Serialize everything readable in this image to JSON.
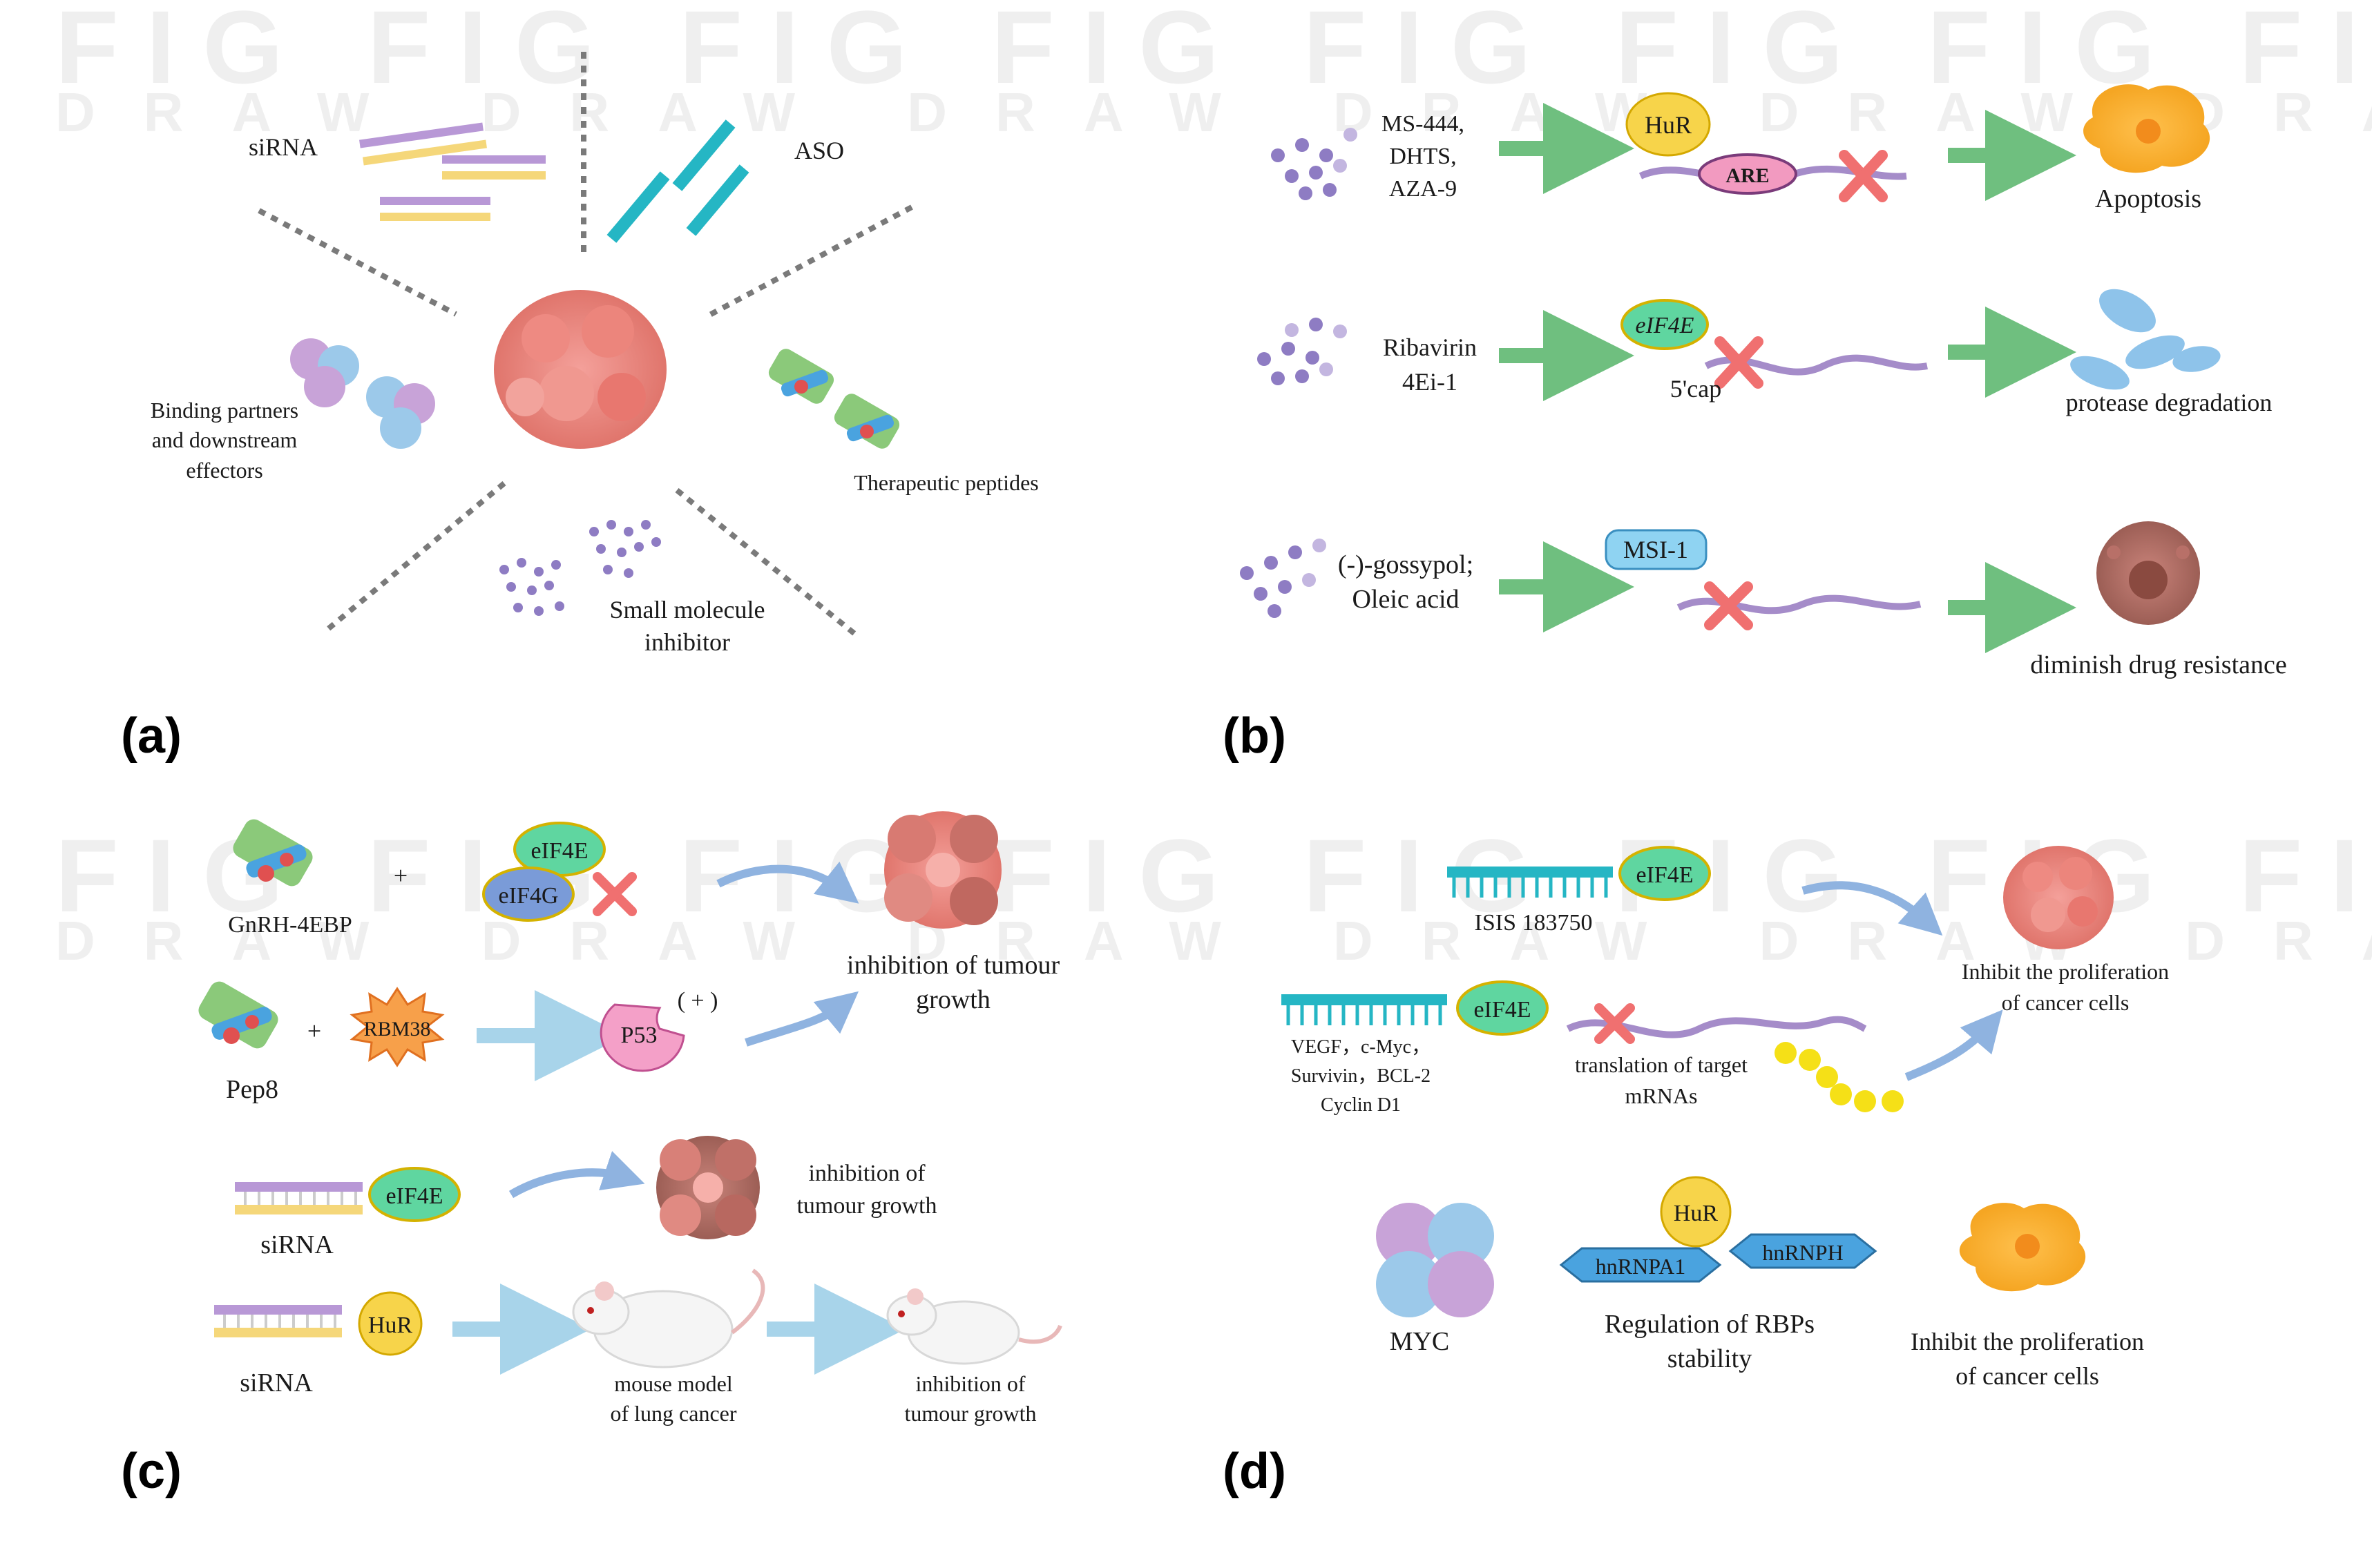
{
  "watermark": {
    "line1": "FIG FIG FIG FIG FIG FIG FIG FIG FIG FIG",
    "line2": "DRAW DRAW DRAW DRAW DRAW DRAW DRAW DRAW DRAW"
  },
  "panels": {
    "a": {
      "letter": "(a)",
      "sirna": "siRNA",
      "aso": "ASO",
      "binding": [
        "Binding partners",
        "and downstream",
        "effectors"
      ],
      "peptides": "Therapeutic  peptides",
      "small_molecule": [
        "Small molecule",
        "inhibitor"
      ]
    },
    "b": {
      "letter": "(b)",
      "row1": {
        "drugs": [
          "MS-444,",
          "DHTS,",
          "AZA-9"
        ],
        "target": "HuR",
        "element": "ARE",
        "outcome": "Apoptosis"
      },
      "row2": {
        "drugs": [
          "Ribavirin",
          "4Ei-1"
        ],
        "target": "eIF4E",
        "element": "5'cap",
        "outcome": "protease degradation"
      },
      "row3": {
        "drugs": [
          "(-)-gossypol;",
          "Oleic acid"
        ],
        "target": "MSI-1",
        "outcome": "diminish drug resistance"
      }
    },
    "c": {
      "letter": "(c)",
      "gnrh": "GnRH-4EBP",
      "plus1": "+",
      "eif4e": "eIF4E",
      "eif4g": "eIF4G",
      "outcome1": [
        "inhibition of tumour",
        "growth"
      ],
      "pep8": "Pep8",
      "plus2": "+",
      "rbm38": "RBM38",
      "p53": "P53",
      "p53_sign": "( + )",
      "sirna1": "siRNA",
      "sirna1_target": "eIF4E",
      "outcome2": [
        "inhibition of",
        "tumour growth"
      ],
      "sirna2": "siRNA",
      "sirna2_target": "HuR",
      "mouse": [
        "mouse model",
        "of lung cancer"
      ],
      "outcome3": [
        "inhibition of",
        "tumour growth"
      ]
    },
    "d": {
      "letter": "(d)",
      "isis": "ISIS 183750",
      "isis_target": "eIF4E",
      "outcome1": [
        "Inhibit the proliferation",
        "of cancer cells"
      ],
      "targets": [
        "VEGF，c-Myc，",
        "Survivin，BCL-2",
        "Cyclin D1"
      ],
      "targets_eif4e": "eIF4E",
      "translation": [
        "translation of target",
        "mRNAs"
      ],
      "myc": "MYC",
      "hur": "HuR",
      "hnrnpa1": "hnRNPA1",
      "hnrnph": "hnRNPH",
      "rbps": [
        "Regulation of RBPs",
        "stability"
      ],
      "outcome2": [
        "Inhibit the proliferation",
        "of cancer cells"
      ]
    }
  },
  "colors": {
    "green_arrow": "#6fbf7f",
    "blue_arrow": "#a8d4ea",
    "red_x": "#f07070",
    "purple_dots": "#8e7cc3",
    "hur_yellow": "#f7d44a",
    "eif4e_green": "#5fd6a0",
    "msi_blue": "#8fd3f2",
    "rna_purple": "#a58cc9"
  }
}
